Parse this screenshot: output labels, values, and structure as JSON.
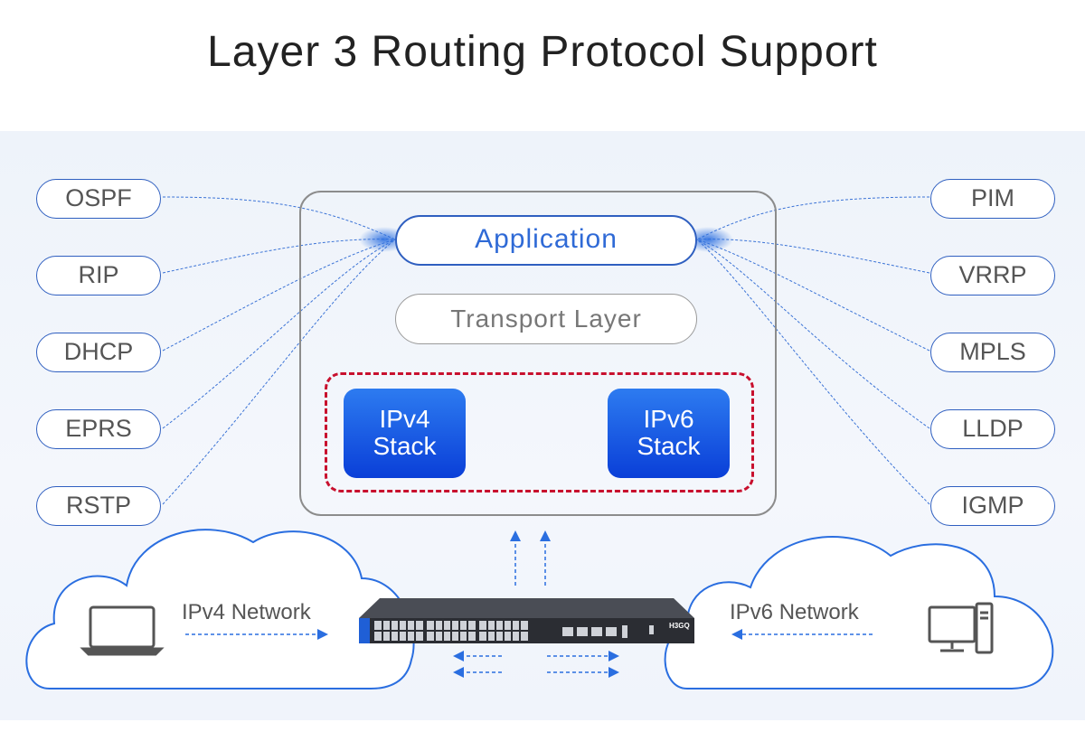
{
  "title": "Layer 3 Routing Protocol Support",
  "left_protocols": [
    "OSPF",
    "RIP",
    "DHCP",
    "EPRS",
    "RSTP"
  ],
  "right_protocols": [
    "PIM",
    "VRRP",
    "MPLS",
    "LLDP",
    "IGMP"
  ],
  "layers": {
    "application": "Application",
    "transport": "Transport Layer",
    "ipv4_stack_line1": "IPv4",
    "ipv4_stack_line2": "Stack",
    "ipv6_stack_line1": "IPv6",
    "ipv6_stack_line2": "Stack"
  },
  "networks": {
    "ipv4": "IPv4 Network",
    "ipv6": "IPv6 Network"
  },
  "device": {
    "brand": "H3GQ",
    "icons": [
      "laptop-icon",
      "desktop-computer-icon",
      "network-switch"
    ]
  },
  "colors": {
    "accent_blue": "#2f5fc0",
    "stack_blue": "#0a3fd8",
    "dashed_red": "#c8102e"
  }
}
